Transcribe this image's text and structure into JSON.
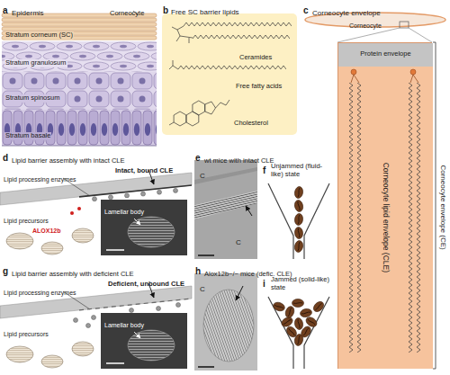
{
  "diagram": {
    "nodes": [
      {
        "text": [
          "Free SC barrier lipids",
          "Ceramides",
          "Free fatty acids",
          "Cholesterol"
        ]
      },
      {
        "text": [
          "Corneocyte envelope (CE)"
        ]
      },
      {
        "text": [
          "Protein envelope"
        ],
        "in": 1
      },
      {
        "text": [
          "Corneocyte lipid envelope (CLE)"
        ],
        "in": 1
      }
    ],
    "labels": [
      "a",
      "Epidermis",
      "Corneocyte",
      "Stratum corneum (SC)",
      "Stratum granulosum",
      "Stratum spinosum",
      "Stratum basale",
      "b",
      "c",
      "Corneocyte envelope",
      "Corneocyte",
      "d",
      "Lipid barrier assembly with intact CLE",
      "Lipid processing enzymes",
      "Intact, bound CLE",
      "Lipid precursors",
      "ALOX12b",
      "Lamellar body",
      "e",
      "wt mice with intact CLE",
      "C",
      "C",
      "f",
      "Unjammed (fluid-like) state",
      "g",
      "Lipid barrier assembly with deficient CLE",
      "Lipid processing enzymes",
      "Deficient, unbound CLE",
      "Lipid precursors",
      "Lamellar body",
      "h",
      "Alox12b−/− mice (defic. CLE)",
      "C",
      "i",
      "Jammed (solid-like) state"
    ]
  }
}
